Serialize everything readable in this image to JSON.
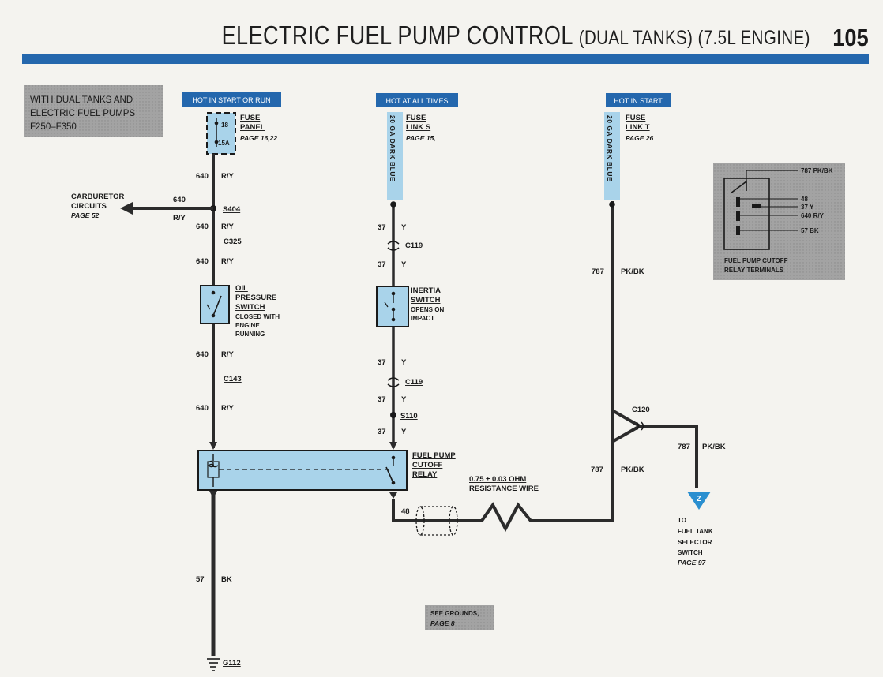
{
  "header": {
    "title": "ELECTRIC FUEL PUMP CONTROL",
    "subtitle": "(DUAL TANKS)  (7.5L ENGINE)",
    "page_number": "105"
  },
  "applicability_note": [
    "WITH DUAL TANKS AND",
    "ELECTRIC FUEL PUMPS",
    "F250–F350"
  ],
  "power_sources": [
    {
      "label": "HOT IN START OR RUN"
    },
    {
      "label": "HOT AT ALL TIMES"
    },
    {
      "label": "HOT IN START"
    }
  ],
  "fuse_panel": {
    "fuse_no": "18",
    "rating": "15A",
    "name": "FUSE",
    "name2": "PANEL",
    "ref": "PAGE 16,22"
  },
  "fuse_link_s": {
    "name": "FUSE",
    "name2": "LINK S",
    "ref": "PAGE 15,",
    "wire": "20 GA DARK BLUE"
  },
  "fuse_link_t": {
    "name": "FUSE",
    "name2": "LINK T",
    "ref": "PAGE 26",
    "wire": "20 GA DARK BLUE"
  },
  "circuits": {
    "c640": "640",
    "ry": "R/Y",
    "c37": "37",
    "y": "Y",
    "c787": "787",
    "pkbk": "PK/BK",
    "c57": "57",
    "bk": "BK",
    "c48": "48"
  },
  "connectors": {
    "s404": "S404",
    "c325": "C325",
    "c143": "C143",
    "c119": "C119",
    "s110": "S110",
    "c120": "C120",
    "g112": "G112"
  },
  "carburetor": {
    "line1": "CARBURETOR",
    "line2": "CIRCUITS",
    "ref": "PAGE 52"
  },
  "oil_switch": {
    "l1": "OIL",
    "l2": "PRESSURE",
    "l3": "SWITCH",
    "l4": "CLOSED WITH",
    "l5": "ENGINE",
    "l6": "RUNNING"
  },
  "inertia_switch": {
    "l1": "INERTIA",
    "l2": "SWITCH",
    "l3": "OPENS ON",
    "l4": "IMPACT"
  },
  "relay": {
    "l1": "FUEL PUMP",
    "l2": "CUTOFF",
    "l3": "RELAY"
  },
  "resistance_wire": {
    "l1": "0.75 ± 0.03 OHM",
    "l2": "RESISTANCE WIRE"
  },
  "to_selector": {
    "tag": "Z",
    "l1": "TO",
    "l2": "FUEL TANK",
    "l3": "SELECTOR",
    "l4": "SWITCH",
    "ref": "PAGE 97"
  },
  "see_grounds": {
    "l1": "SEE GROUNDS,",
    "ref": "PAGE 8"
  },
  "relay_terminals": {
    "pins": [
      {
        "circuit": "787",
        "color": "PK/BK"
      },
      {
        "circuit": "48",
        "color": ""
      },
      {
        "circuit": "37",
        "color": "Y"
      },
      {
        "circuit": "640",
        "color": "R/Y"
      },
      {
        "circuit": "57",
        "color": "BK"
      }
    ],
    "caption1": "FUEL PUMP CUTOFF",
    "caption2": "RELAY TERMINALS"
  },
  "colors": {
    "blue": "#2467ad",
    "component_fill": "#a9d3ea",
    "gray_box": "#a3a3a3",
    "wire": "#2b2b2b"
  }
}
